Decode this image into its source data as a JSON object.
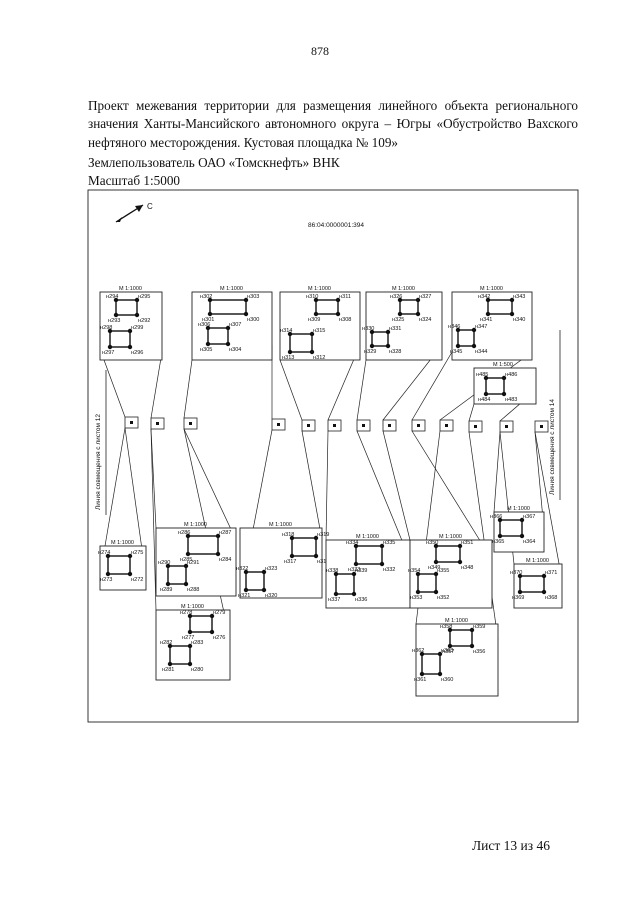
{
  "page_number": "878",
  "title": "Проект межевания территории для размещения линейного объекта регионального значения Ханты-Мансийского автономного округа – Югры «Обустройство Вахского нефтяного месторождения. Кустовая площадка № 109»",
  "owner": "Землепользователь ОАО «Томскнефть» ВНК",
  "scale": "Масштаб 1:5000",
  "map": {
    "north_label": "С",
    "cadastral_number": "86:04:0000001:394",
    "alignment_line_left": "Линия совмещения с листом 12",
    "alignment_line_right": "Линия совмещения с листом 14",
    "insets": [
      {
        "scale": "М 1:1000",
        "points": [
          "н294",
          "н295",
          "н293",
          "н292",
          "н298",
          "н299",
          "н297",
          "н296"
        ]
      },
      {
        "scale": "М 1:1000",
        "points": [
          "н302",
          "н303",
          "н301",
          "н300",
          "н306",
          "н307",
          "н305",
          "н304"
        ]
      },
      {
        "scale": "М 1:1000",
        "points": [
          "н310",
          "н311",
          "н309",
          "н308",
          "н314",
          "н315",
          "н313",
          "н312"
        ]
      },
      {
        "scale": "М 1:1000",
        "points": [
          "н326",
          "н327",
          "н325",
          "н324",
          "н330",
          "н331",
          "н329",
          "н328"
        ]
      },
      {
        "scale": "М 1:1000",
        "points": [
          "н342",
          "н343",
          "н341",
          "н340",
          "н346",
          "н347",
          "н345",
          "н344"
        ]
      },
      {
        "scale": "М 1:500",
        "points": [
          "н485",
          "н486",
          "н484",
          "н483"
        ]
      },
      {
        "scale": "М 1:1000",
        "points": [
          "н274",
          "н275",
          "н273",
          "н272"
        ]
      },
      {
        "scale": "М 1:1000",
        "points": [
          "н286",
          "н287",
          "н285",
          "н284",
          "н290",
          "н291",
          "н289",
          "н288"
        ]
      },
      {
        "scale": "М 1:1000",
        "points": [
          "н278",
          "н279",
          "н277",
          "н276",
          "н282",
          "н283",
          "н281",
          "н280"
        ]
      },
      {
        "scale": "М 1:1000",
        "points": [
          "н318",
          "н319",
          "н317",
          "н316",
          "н322",
          "н323",
          "н321",
          "н320"
        ]
      },
      {
        "scale": "М 1:1000",
        "points": [
          "н334",
          "н335",
          "н333",
          "н332",
          "н338",
          "н339",
          "н337",
          "н336"
        ]
      },
      {
        "scale": "М 1:1000",
        "points": [
          "н350",
          "н351",
          "н349",
          "н348",
          "н354",
          "н355",
          "н353",
          "н352"
        ]
      },
      {
        "scale": "М 1:1000",
        "points": [
          "н358",
          "н359",
          "н357",
          "н356",
          "н362",
          "н363",
          "н361",
          "н360"
        ]
      },
      {
        "scale": "М 1:1000",
        "points": [
          "н366",
          "н367",
          "н365",
          "н364"
        ]
      },
      {
        "scale": "М 1:1000",
        "points": [
          "н370",
          "н371",
          "н369",
          "н368"
        ]
      }
    ]
  },
  "footer": "Лист 13 из 46"
}
